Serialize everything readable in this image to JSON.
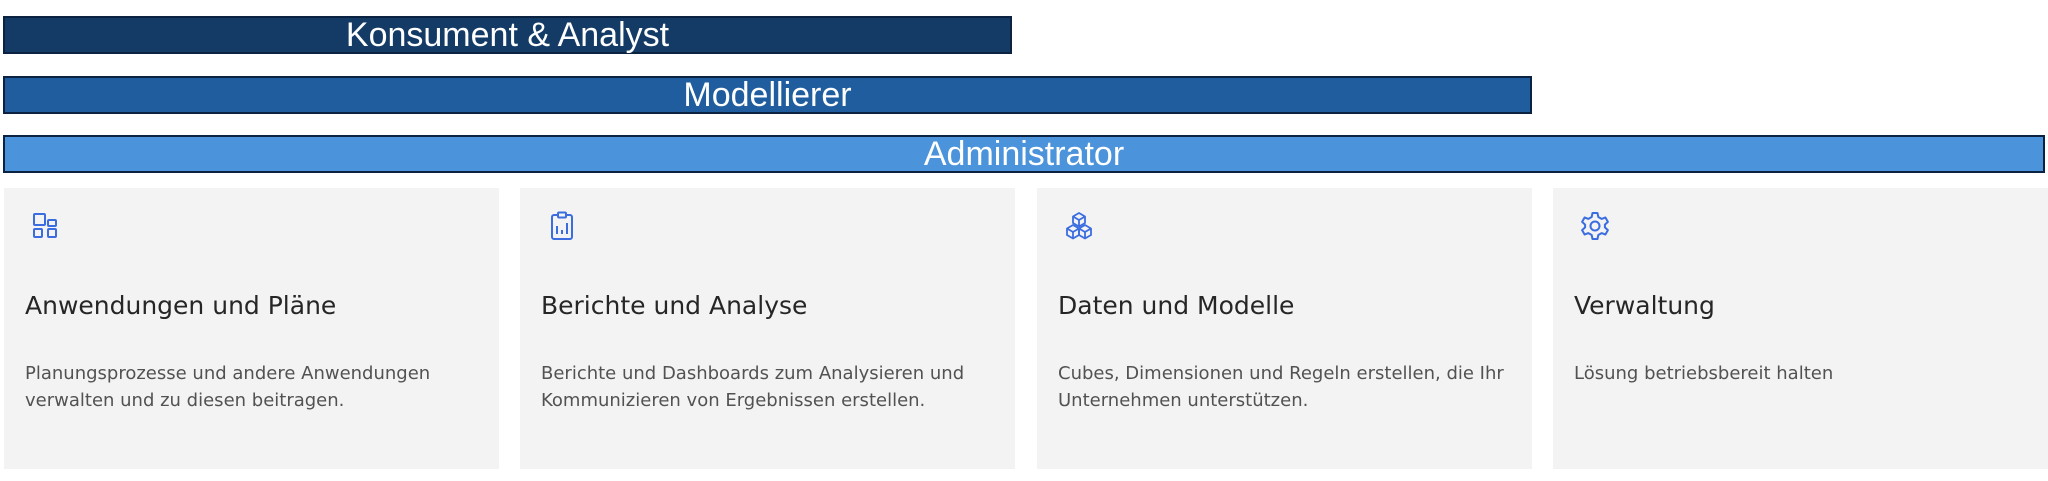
{
  "roles": [
    {
      "label": "Konsument & Analyst",
      "color": "#143b66"
    },
    {
      "label": "Modellierer",
      "color": "#1f5d9e"
    },
    {
      "label": "Administrator",
      "color": "#4b93db"
    }
  ],
  "accent_color": "#3b6de0",
  "cards": [
    {
      "icon": "apps-icon",
      "title": "Anwendungen und Pläne",
      "description": "Planungsprozesse und andere Anwendungen verwalten und zu diesen beitragen."
    },
    {
      "icon": "report-clipboard-icon",
      "title": "Berichte und Analyse",
      "description": "Berichte und Dashboards zum Analysieren und Kommunizieren von Ergebnissen erstellen."
    },
    {
      "icon": "cubes-icon",
      "title": "Daten und Modelle",
      "description": "Cubes, Dimensionen und Regeln erstellen, die Ihr Unternehmen unterstützen."
    },
    {
      "icon": "gear-icon",
      "title": "Verwaltung",
      "description": "Lösung betriebsbereit halten"
    }
  ]
}
